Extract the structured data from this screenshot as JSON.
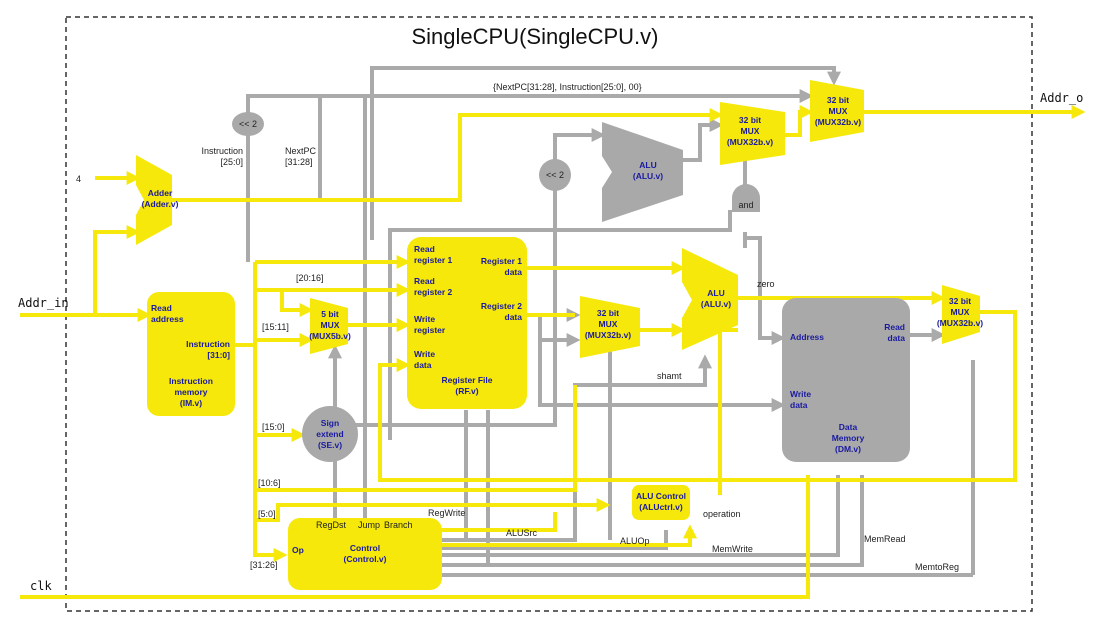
{
  "title": "SingleCPU(SingleCPU.v)",
  "io": {
    "addr_in": "Addr_in",
    "addr_o": "Addr_o",
    "clk": "clk",
    "const4": "4"
  },
  "blocks": {
    "adder": [
      "Adder",
      "(Adder.v)"
    ],
    "im": [
      "Read",
      "address",
      "Instruction",
      "[31:0]",
      "Instruction",
      "memory",
      "(IM.v)"
    ],
    "mux5": [
      "5 bit",
      "MUX",
      "(MUX5b.v)"
    ],
    "rf": [
      "Read",
      "register 1",
      "Read",
      "register 2",
      "Write",
      "register",
      "Write",
      "data",
      "Register 1",
      "data",
      "Register 2",
      "data",
      "Register File",
      "(RF.v)"
    ],
    "se": [
      "Sign",
      "extend",
      "(SE.v)"
    ],
    "shl_top": "<< 2",
    "shl_mid": "<< 2",
    "alu_top": [
      "ALU",
      "(ALU.v)"
    ],
    "mux32_a": [
      "32 bit",
      "MUX",
      "(MUX32b.v)"
    ],
    "mux32_top": [
      "32 bit",
      "MUX",
      "(MUX32b.v)"
    ],
    "mux32_alu": [
      "32 bit",
      "MUX",
      "(MUX32b.v)"
    ],
    "alu_main": [
      "ALU",
      "(ALU.v)"
    ],
    "and": "and",
    "mux32_out": [
      "32 bit",
      "MUX",
      "(MUX32b.v)"
    ],
    "dm": [
      "Address",
      "Read",
      "data",
      "Write",
      "data",
      "Data",
      "Memory",
      "(DM.v)"
    ],
    "aluctrl": [
      "ALU Control",
      "(ALUctrl.v)"
    ],
    "control": [
      "Control",
      "(Control.v)"
    ]
  },
  "wires": {
    "jump_bus": "{NextPC[31:28], Instruction[25:0], 00}",
    "instr_25_0": [
      "Instruction",
      "[25:0]"
    ],
    "nextpc": [
      "NextPC",
      "[31:28]"
    ],
    "bits_20_16": "[20:16]",
    "bits_15_11": "[15:11]",
    "bits_15_0": "[15:0]",
    "bits_10_6": "[10:6]",
    "bits_5_0": "[5:0]",
    "bits_31_26": "[31:26]",
    "zero": "zero",
    "shamt": "shamt",
    "operation": "operation",
    "op": "Op",
    "regdst": "RegDst",
    "jump": "Jump",
    "branch": "Branch",
    "regwrite": "RegWrite",
    "alusrc": "ALUSrc",
    "aluop": "ALUOp",
    "memwrite": "MemWrite",
    "memread": "MemRead",
    "memtoreg": "MemtoReg"
  }
}
